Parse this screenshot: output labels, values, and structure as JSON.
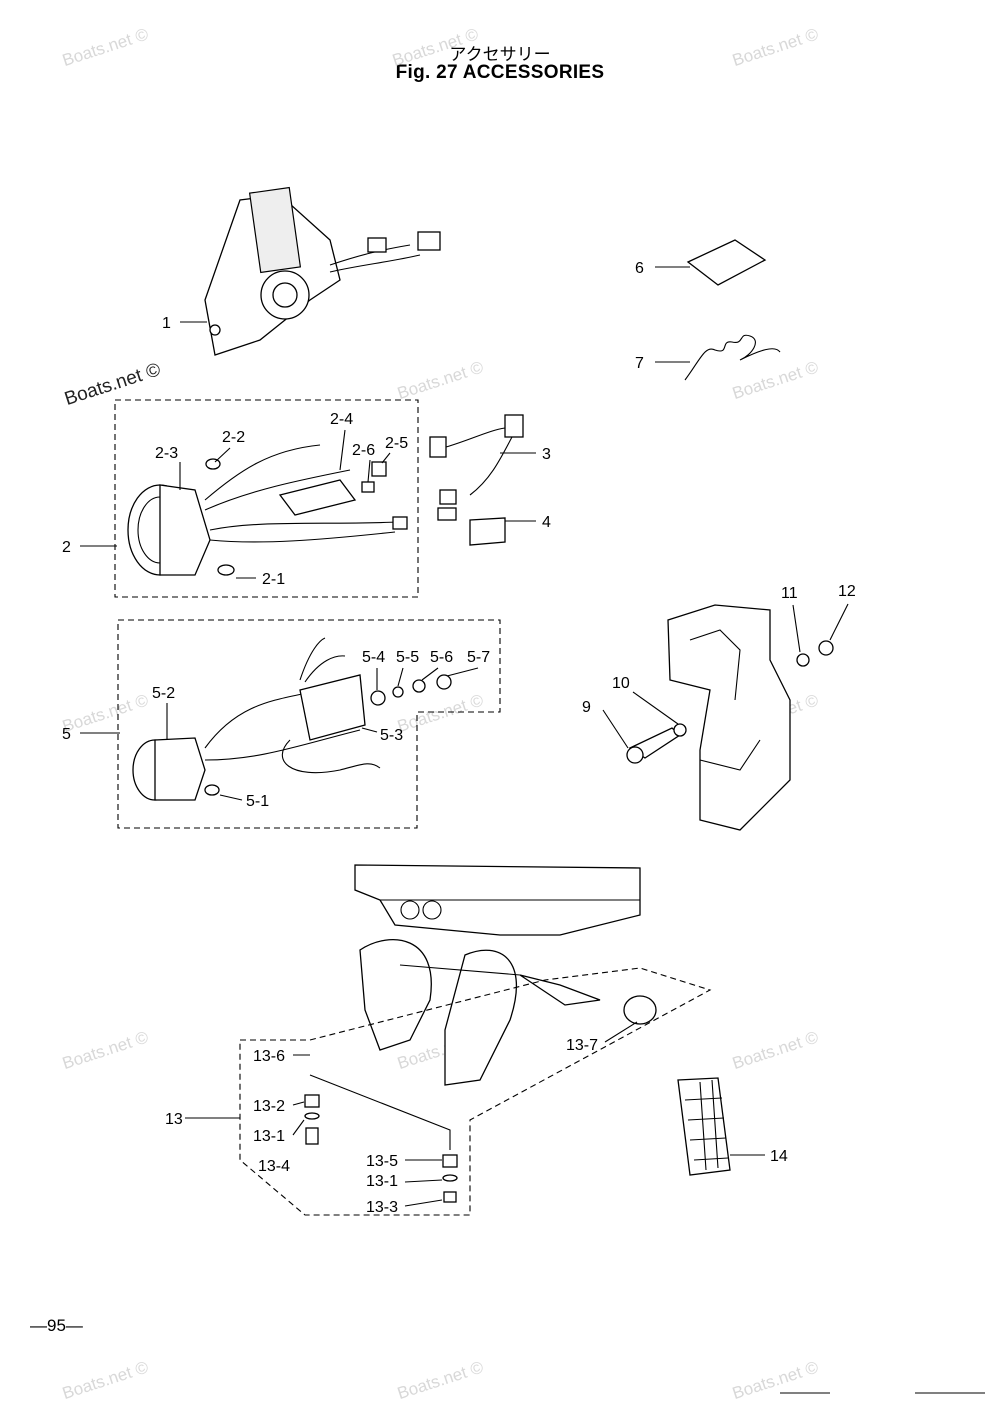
{
  "header": {
    "title_jp": "アクセサリー",
    "title_en": "Fig. 27   ACCESSORIES"
  },
  "footer": {
    "page_number": "—95—"
  },
  "watermarks": {
    "text": "Boats.net ©"
  },
  "callouts": [
    "1",
    "2",
    "2-1",
    "2-2",
    "2-3",
    "2-4",
    "2-5",
    "2-6",
    "3",
    "4",
    "5",
    "5-1",
    "5-2",
    "5-3",
    "5-4",
    "5-5",
    "5-6",
    "5-7",
    "6",
    "7",
    "9",
    "10",
    "11",
    "12",
    "13",
    "13-1",
    "13-1",
    "13-2",
    "13-3",
    "13-4",
    "13-5",
    "13-6",
    "13-7",
    "14"
  ]
}
